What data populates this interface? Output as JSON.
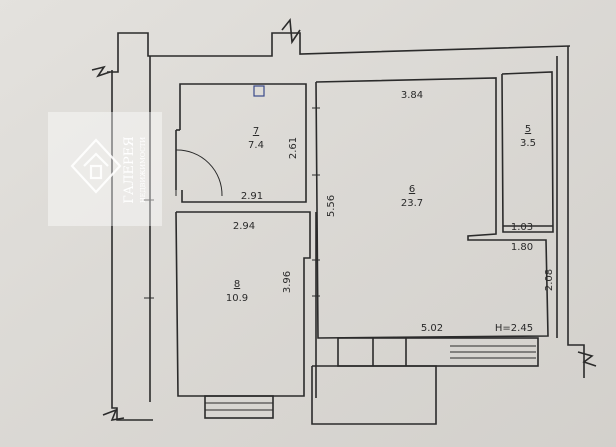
{
  "rooms": [
    {
      "id": "7",
      "area": "7.4"
    },
    {
      "id": "6",
      "area": "23.7"
    },
    {
      "id": "5",
      "area": "3.5"
    },
    {
      "id": "8",
      "area": "10.9"
    }
  ],
  "dimensions": {
    "d384": "3.84",
    "d261": "2.61",
    "d291": "2.91",
    "d556": "5.56",
    "d294": "2.94",
    "d396": "3.96",
    "d103": "1.03",
    "d180": "1.80",
    "d208": "2.08",
    "d502": "5.02"
  },
  "ceiling_height": "H=2.45",
  "watermark": {
    "name": "ГАЛЕРЕЯ",
    "sub": "НЕДВИЖИМОСТИ"
  }
}
